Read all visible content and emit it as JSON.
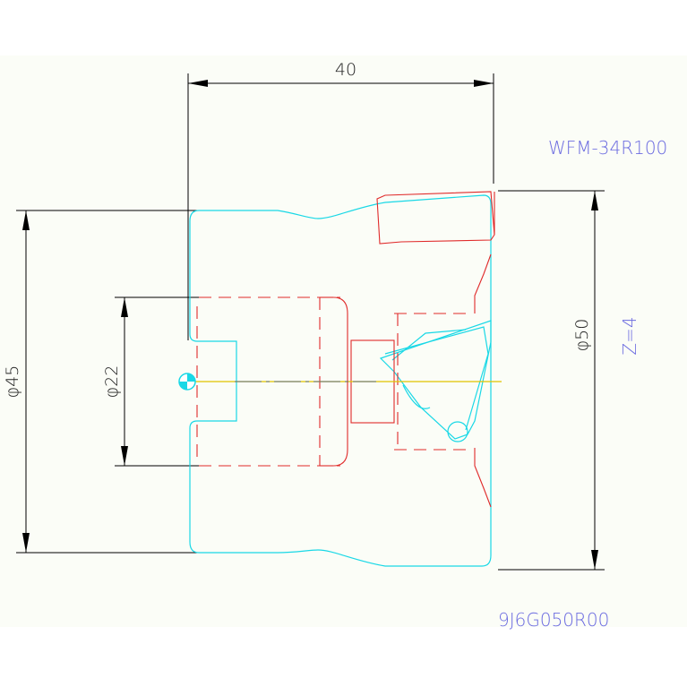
{
  "dimensions": {
    "length": "40",
    "diameter_body": "φ50",
    "diameter_hub": "φ45",
    "diameter_bore": "φ22"
  },
  "labels": {
    "model_code": "WFM-34R100",
    "teeth": "Z=4",
    "part_number": "9J6G050R00"
  },
  "colors": {
    "outline": "#19d8e6",
    "hidden_lines": "#e02a2a",
    "center_line": "#e0c400",
    "dimension": "#000000",
    "label_text": "#6b6be0"
  }
}
